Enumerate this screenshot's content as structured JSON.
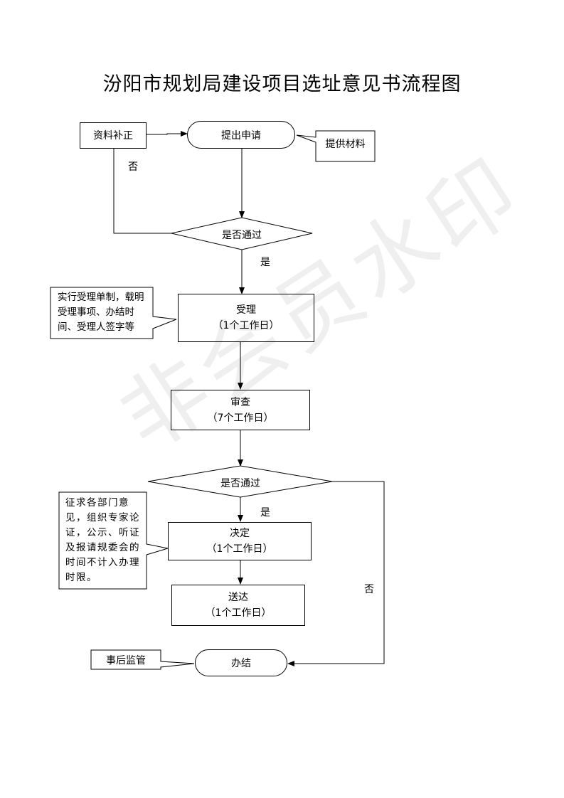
{
  "title": "汾阳市规划局建设项目选址意见书流程图",
  "watermark": "非会员水印",
  "nodes": {
    "submit": "提出申请",
    "supplement": "资料补正",
    "provide": "提供材料",
    "pass1": "是否通过",
    "accept": "受理",
    "accept_days": "（1个工作日）",
    "review": "审查",
    "review_days": "（7个工作日）",
    "pass2": "是否通过",
    "decide": "决定",
    "decide_days": "（1个工作日）",
    "deliver": "送达",
    "deliver_days": "（1个工作日）",
    "finish": "办结",
    "supervise": "事后监管"
  },
  "notes": {
    "accept_note": [
      "实行受理单制，载明",
      "受理事项、办结时",
      "间、受理人签字等"
    ],
    "decide_note": [
      "征求各部门意",
      "见，组织专家论",
      "证，公示、听证",
      "及报请规委会的",
      "时间不计入办理",
      "时限。"
    ]
  },
  "labels": {
    "no1": "否",
    "yes1": "是",
    "yes2": "是",
    "no2": "否"
  }
}
